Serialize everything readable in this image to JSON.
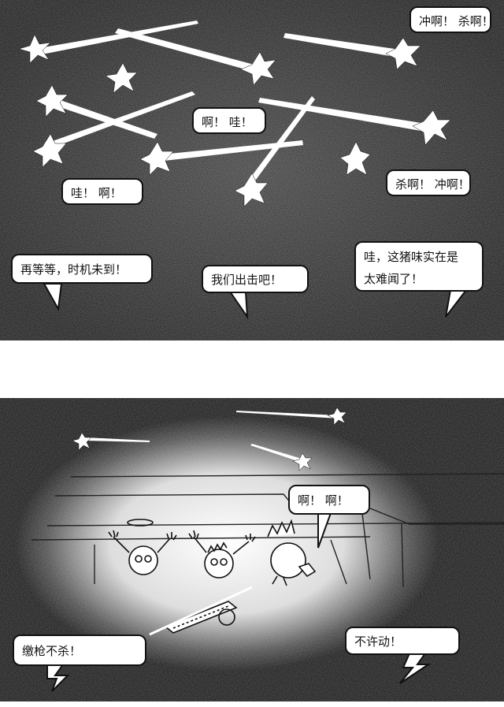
{
  "panel1": {
    "bubbles": [
      {
        "text": "冲啊！ 杀啊！"
      },
      {
        "text": "啊！ 哇！"
      },
      {
        "text": "哇！ 啊！"
      },
      {
        "text": "杀啊！ 冲啊！"
      },
      {
        "text": "再等等，时机未到！"
      },
      {
        "text": "我们出击吧！"
      },
      {
        "text_line1": "哇，这猪味实在是",
        "text_line2": "太难闻了！"
      }
    ]
  },
  "panel2": {
    "bubbles": [
      {
        "text": "啊！ 啊！"
      },
      {
        "text": "缴枪不杀！"
      },
      {
        "text": "不许动！"
      }
    ]
  },
  "colors": {
    "ink": "#111111",
    "paper": "#ffffff",
    "night": "#1a1a1a"
  },
  "icons": [
    "star-burst-icon",
    "speech-bubble-tail-icon"
  ]
}
